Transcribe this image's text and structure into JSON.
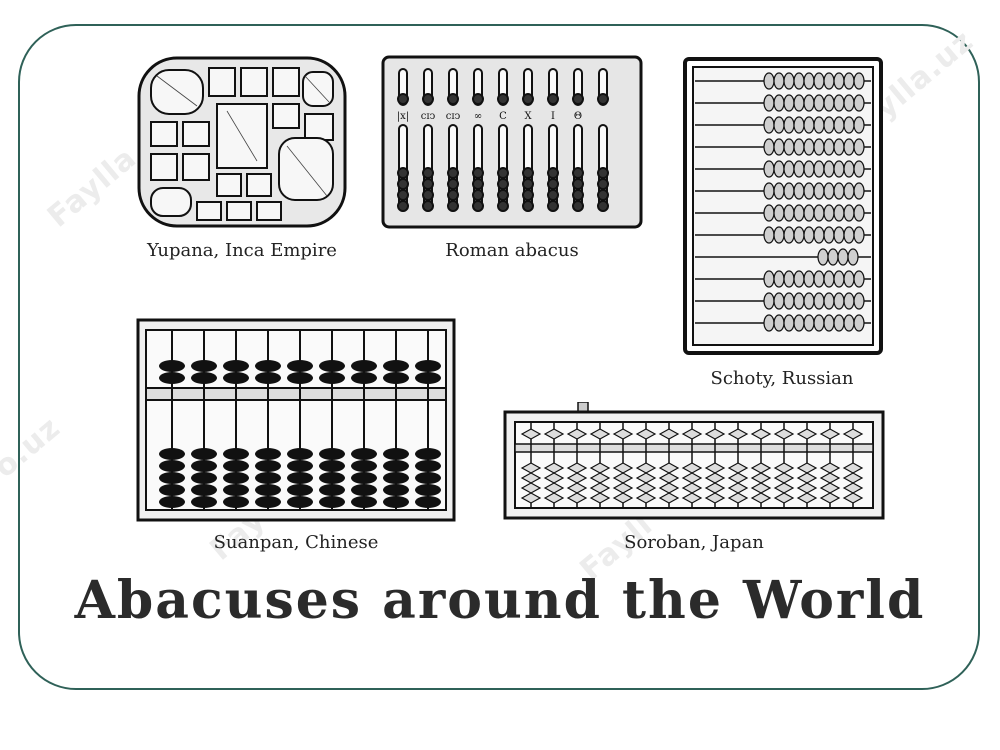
{
  "title": "Abacuses around the World",
  "captions": {
    "yupana": "Yupana, Inca Empire",
    "roman": "Roman abacus",
    "schoty": "Schoty, Russian",
    "suanpan": "Suanpan, Chinese",
    "soroban": "Soroban, Japan"
  },
  "roman_markings": [
    "|x|",
    "cɪↄ",
    "cɪↄ",
    "∞",
    "C",
    "X",
    "I",
    "Θ"
  ],
  "watermarks": [
    "Faylla",
    "Fayll",
    "Fayll",
    "Faylla.uz",
    "o.uz"
  ],
  "colors": {
    "frame": "#2f6158",
    "ink": "#222222",
    "watermark": "#ececec"
  }
}
